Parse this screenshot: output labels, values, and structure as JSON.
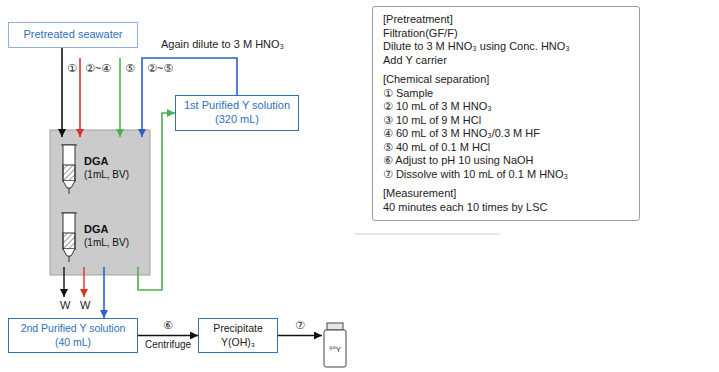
{
  "diagram": {
    "nodes": [
      {
        "text": [
          "Pretreated seawater"
        ]
      },
      {
        "text": [
          "DGA",
          "(1mL, BV)"
        ]
      },
      {
        "text": [
          "DGA",
          "(1mL, BV)"
        ]
      },
      {
        "text": [
          "1st Purified Y solution",
          "(320 mL)"
        ]
      },
      {
        "text": [
          "2nd Purified Y solution",
          "(40 mL)"
        ]
      },
      {
        "text": [
          "Precipitate",
          "Y(OH)₃"
        ]
      },
      {
        "text": [
          "⁹⁰Y"
        ]
      },
      {
        "text": [
          "[Pretreatment]",
          "Filtration(GF/F)",
          "Dilute to 3 M HNO₃ using Conc. HNO₃",
          "Add Y carrier",
          "[Chemical separation]",
          "① Sample",
          "② 10 mL of 3 M HNO₃",
          "③ 10 mL of 9 M HCl",
          "④ 60 mL of 3 M HNO₃/0.3 M HF",
          "⑤ 40 mL of 0.1 M HCl",
          "⑥ Adjust to pH 10 using NaOH",
          "⑦ Dissolve with 10 mL of 0.1 M HNO₃",
          "[Measurement]",
          "40 minutes each 10 times by LSC"
        ]
      }
    ],
    "edges": [
      {
        "from": 0,
        "to": 1,
        "arrow": "to",
        "label": "①"
      },
      {
        "from": 3,
        "to": 1,
        "arrow": "to",
        "label": "②~⑤"
      },
      {
        "from": 2,
        "to": 3,
        "arrow": "to"
      },
      {
        "from": 2,
        "to": 4,
        "arrow": "to"
      },
      {
        "from": 4,
        "to": 5,
        "arrow": "to",
        "label": "⑥"
      },
      {
        "from": 5,
        "to": 6,
        "arrow": "to",
        "label": "⑦"
      }
    ],
    "labels": [
      "②~④",
      "⑤",
      "Again dilute to 3 M HNO₃",
      "W",
      "W",
      "Centrifuge"
    ]
  }
}
